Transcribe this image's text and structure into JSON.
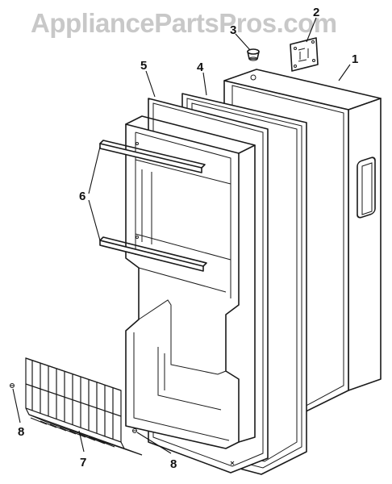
{
  "watermark": "AppliancePartsPros.com",
  "callouts": {
    "c1": "1",
    "c2": "2",
    "c3": "3",
    "c4": "4",
    "c5": "5",
    "c6": "6",
    "c7": "7",
    "c8a": "8",
    "c8b": "8"
  }
}
